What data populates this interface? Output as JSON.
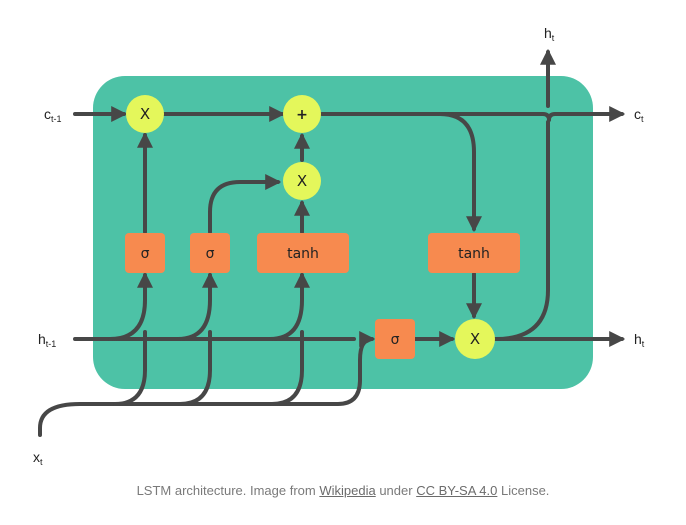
{
  "labels": {
    "c_prev": {
      "base": "c",
      "sub": "t-1"
    },
    "h_prev": {
      "base": "h",
      "sub": "t-1"
    },
    "x_t": {
      "base": "x",
      "sub": "t"
    },
    "c_t": {
      "base": "c",
      "sub": "t"
    },
    "h_t_right": {
      "base": "h",
      "sub": "t"
    },
    "h_t_top": {
      "base": "h",
      "sub": "t"
    }
  },
  "gates": {
    "forget": "σ",
    "input": "σ",
    "candidate": "tanh",
    "output": "σ",
    "cell_tanh": "tanh"
  },
  "ops": {
    "mult_forget": "X",
    "add_cell": "+",
    "mult_input": "X",
    "mult_output": "X"
  },
  "caption": {
    "before": "LSTM architecture. Image from ",
    "link1": "Wikipedia",
    "middle": " under ",
    "link2": "CC BY-SA 4.0",
    "after": " License."
  },
  "colors": {
    "cell_background": "#4DC2A6",
    "gate": "#F78A4F",
    "pointwise_op": "#E4F75B",
    "line": "#474747"
  }
}
